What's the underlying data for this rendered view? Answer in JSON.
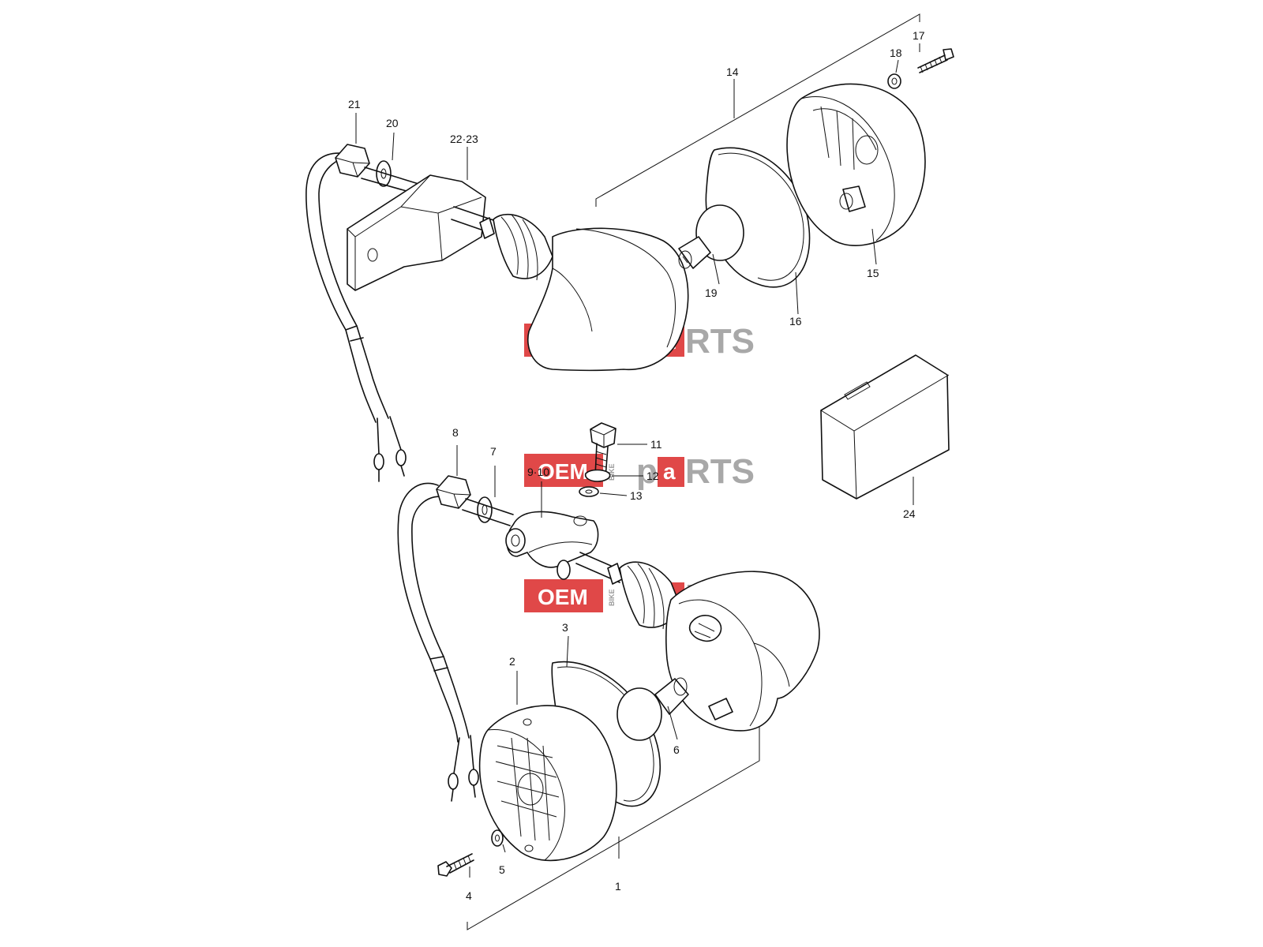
{
  "watermark": {
    "oem": "OEM",
    "bike": "BIKE",
    "parts": "RTS",
    "p": "p",
    "a": "a",
    "red": "#e04848",
    "grey": "#a8a8a8"
  },
  "labels": {
    "p1": "1",
    "p2": "2",
    "p3": "3",
    "p4": "4",
    "p5": "5",
    "p6": "6",
    "p7": "7",
    "p8": "8",
    "p9_10": "9·10",
    "p11": "11",
    "p12": "12",
    "p13": "13",
    "p14": "14",
    "p15": "15",
    "p16": "16",
    "p17": "17",
    "p18": "18",
    "p19": "19",
    "p20": "20",
    "p21": "21",
    "p22_23": "22·23",
    "p24": "24"
  }
}
